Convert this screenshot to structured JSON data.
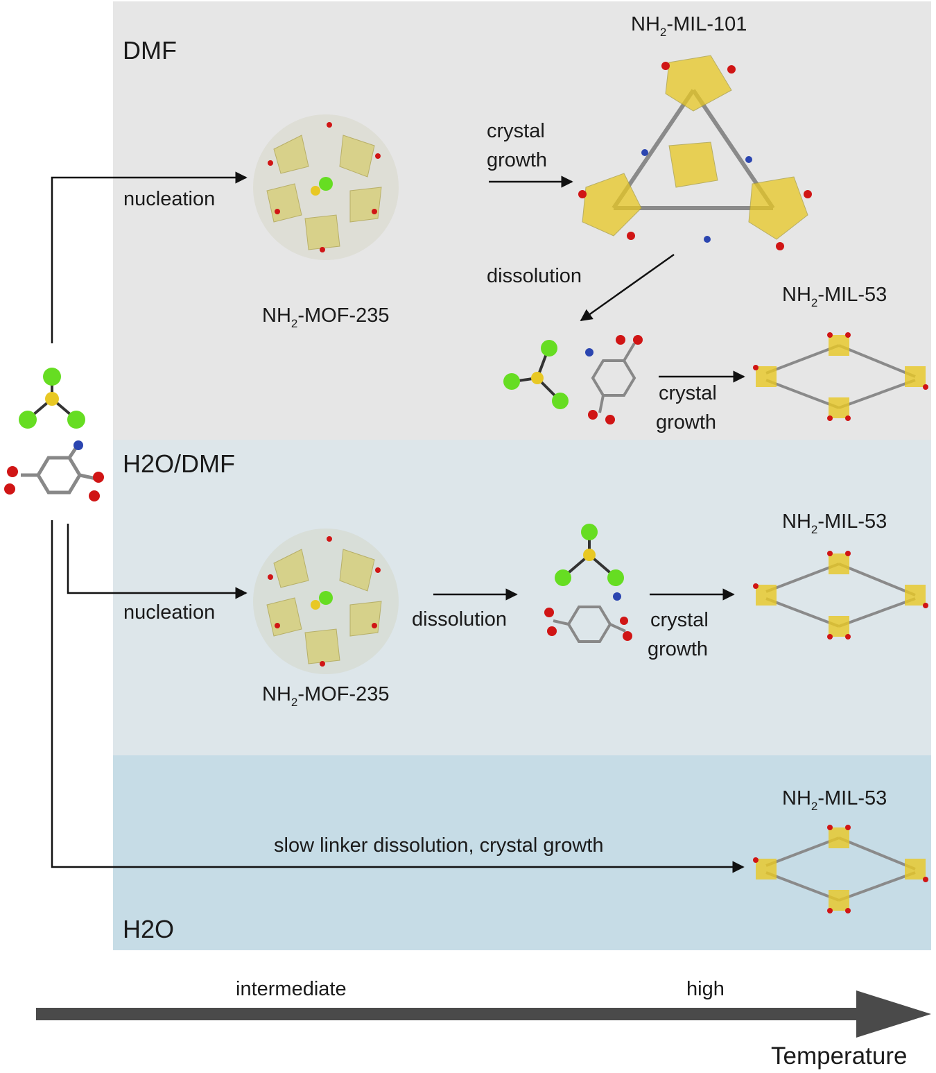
{
  "solvents": {
    "dmf": "DMF",
    "mixed": "H2O/DMF",
    "water": "H2O"
  },
  "steps": {
    "nucleation": "nucleation",
    "crystal": "crystal",
    "growth": "growth",
    "dissolution": "dissolution",
    "slow": "slow linker dissolution, crystal growth"
  },
  "products": {
    "mof235_prefix": "NH",
    "mof235_sub": "2",
    "mof235_suffix": "-MOF-235",
    "mil101_prefix": "NH",
    "mil101_sub": "2",
    "mil101_suffix": "-MIL-101",
    "mil53_prefix": "NH",
    "mil53_sub": "2",
    "mil53_suffix": "-MIL-53"
  },
  "axis": {
    "intermediate": "intermediate",
    "high": "high",
    "title": "Temperature"
  },
  "colors": {
    "dmf_band": "#e6e6e6",
    "mixed_band": "#dde6ea",
    "water_band": "#c6dce6",
    "arrow": "#111111",
    "axis_arrow": "#4a4a4a",
    "oxygen": "#d01515",
    "nitrogen": "#2b45b0",
    "chlorine": "#66dd22",
    "iron": "#e8c824",
    "carbon": "#8a8a8a",
    "polyhedron": "#d6cc6a"
  }
}
